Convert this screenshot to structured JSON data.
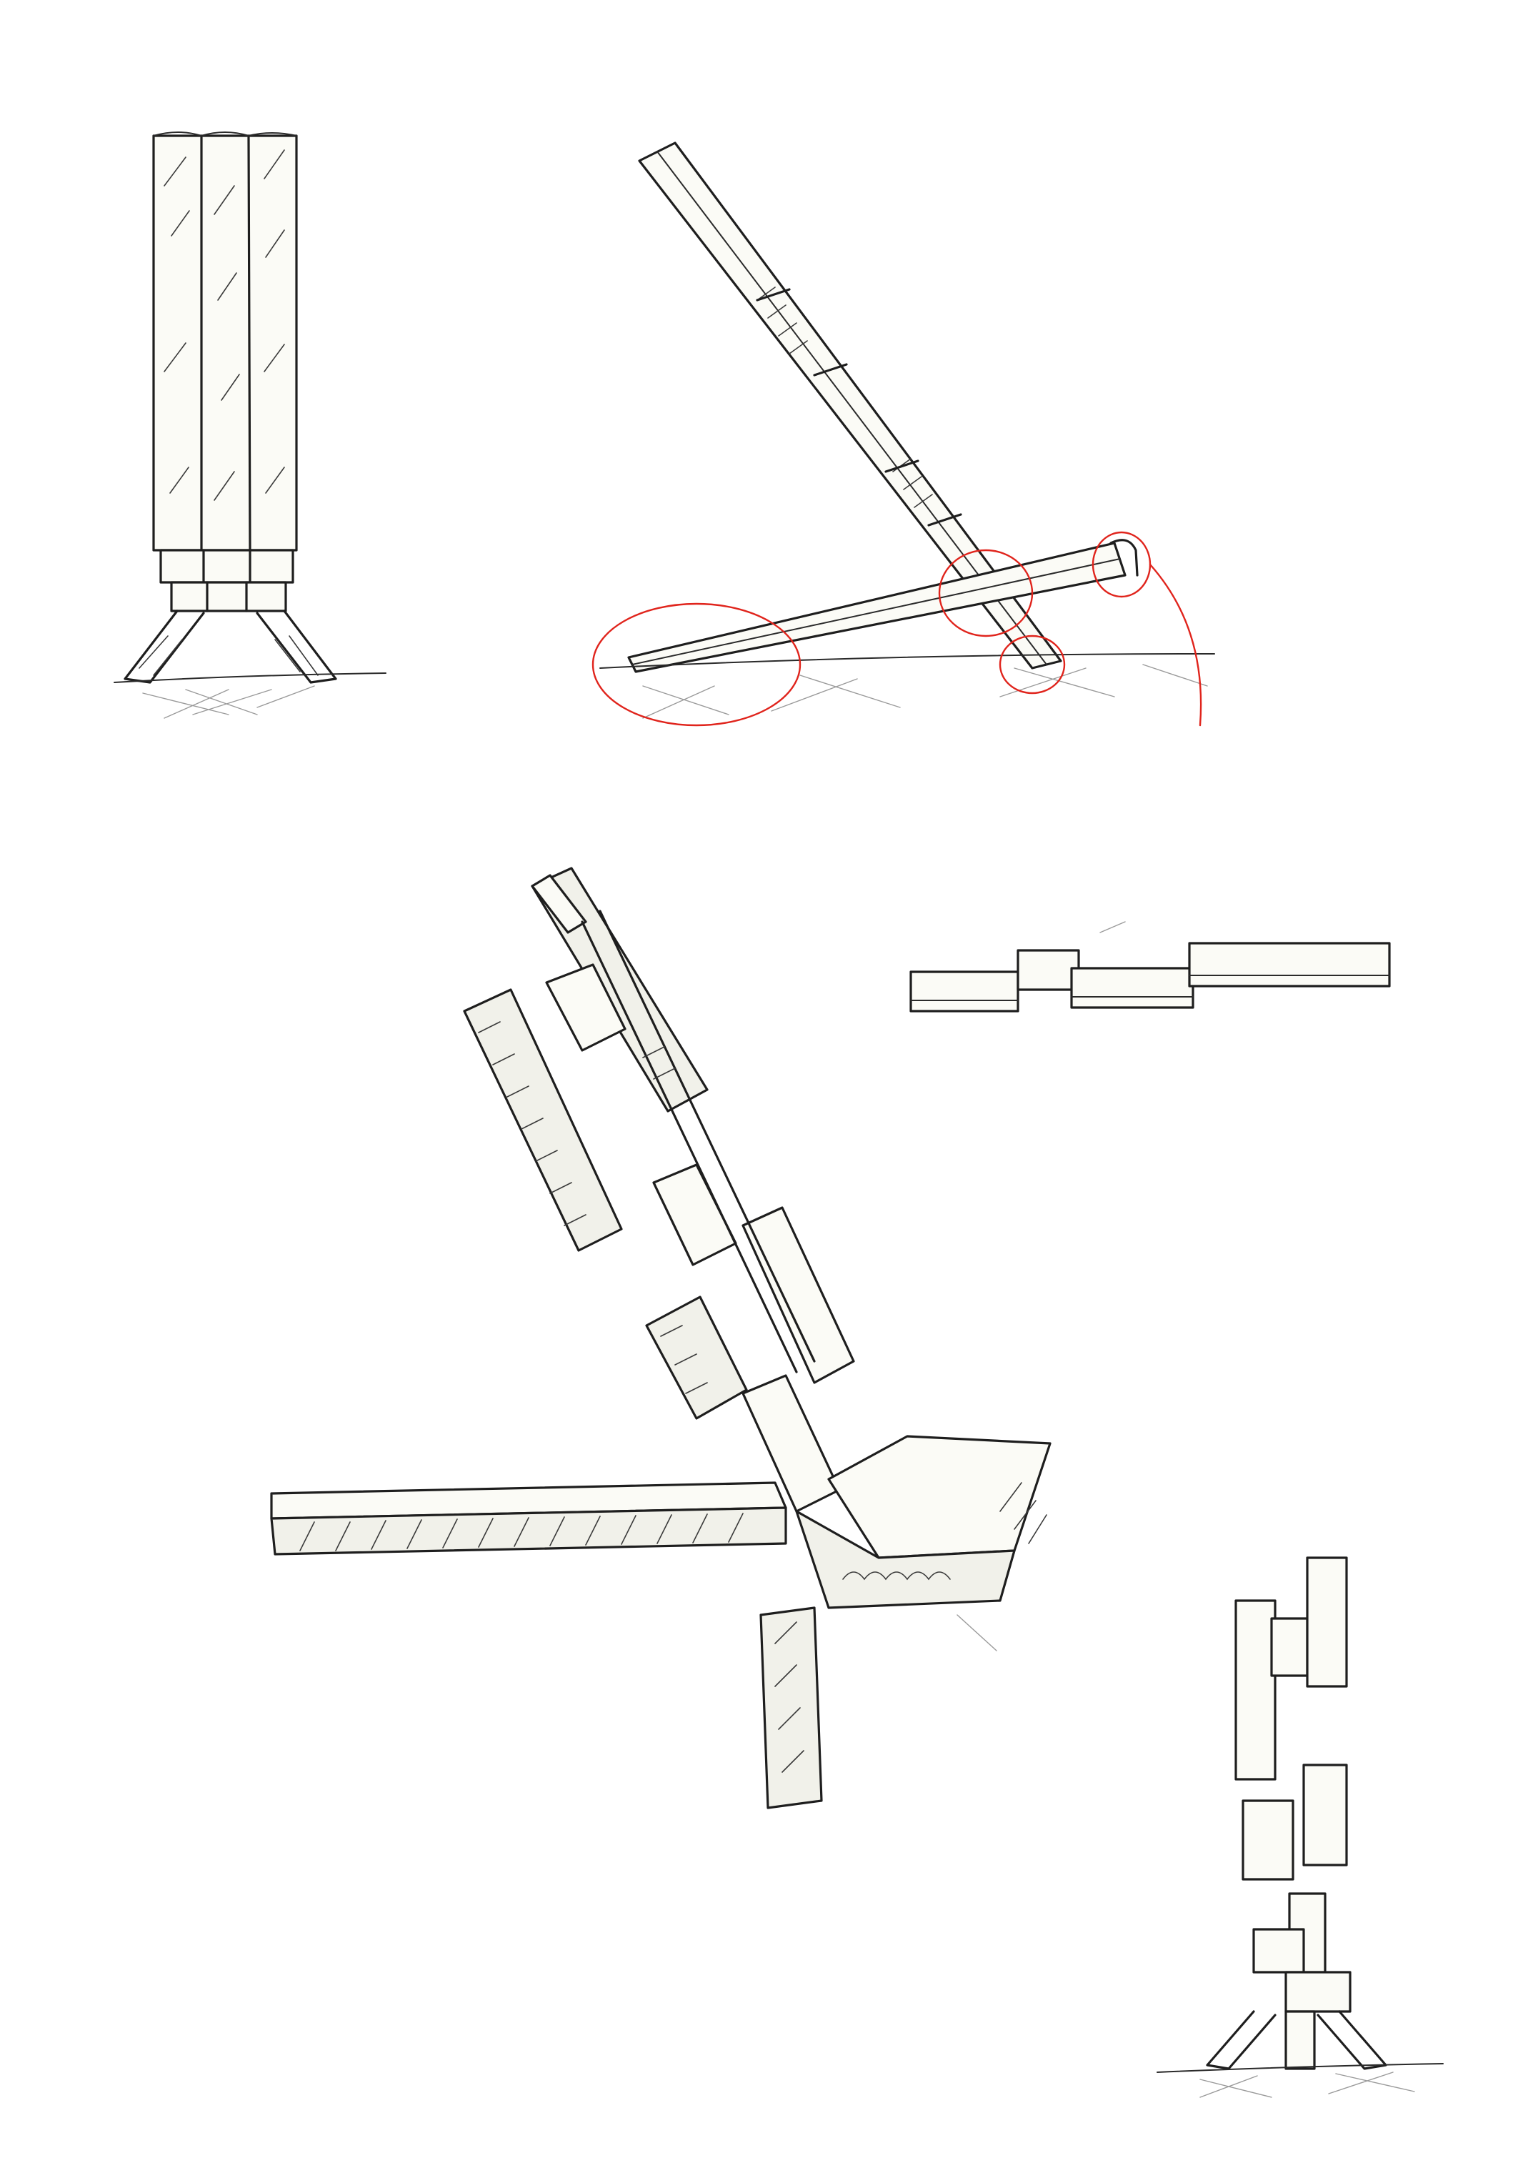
{
  "page": {
    "kind": "sketch sheet",
    "background": "#ffffff",
    "ink_color": "#1e1e1e",
    "annotation_color": "#e0241c"
  },
  "sketches": [
    {
      "id": "column-front-view",
      "label": ""
    },
    {
      "id": "leaning-chair-side-view",
      "label": ""
    },
    {
      "id": "lounge-chair-perspective",
      "label": ""
    },
    {
      "id": "stepped-slat-elevation",
      "label": ""
    },
    {
      "id": "stepped-column-elevation",
      "label": ""
    }
  ]
}
